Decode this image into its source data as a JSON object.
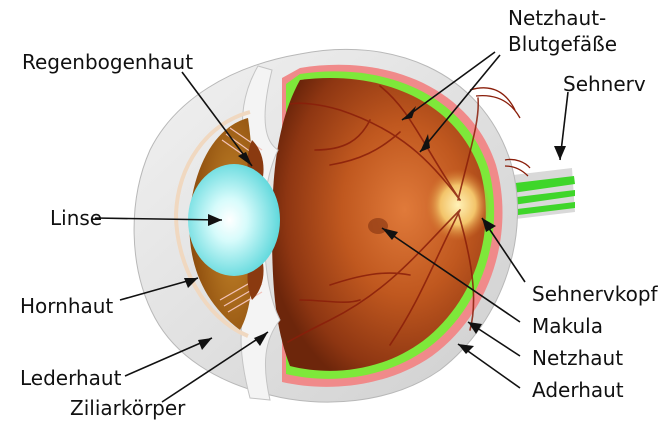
{
  "labels": {
    "netzhaut_blutgefaesse_line1": "Netzhaut-",
    "netzhaut_blutgefaesse_line2": "Blutgefäße",
    "sehnerv": "Sehnerv",
    "regenbogenhaut": "Regenbogenhaut",
    "linse": "Linse",
    "sehnervkopf": "Sehnervkopf",
    "hornhaut": "Hornhaut",
    "makula": "Makula",
    "lederhaut": "Lederhaut",
    "netzhaut": "Netzhaut",
    "ziliarkoerper": "Ziliarkörper",
    "aderhaut": "Aderhaut"
  },
  "colors": {
    "sclera": "#e6e6e6",
    "retina_interior": "#b5501e",
    "retina_layer": "#7ee83a",
    "choroid_layer": "#f08a8a",
    "lens": "#7fe8e8",
    "iris": "#8a3a10",
    "cornea_chamber": "#a86416",
    "optic_nerve_fibers": "#3fd62a",
    "optic_disc": "#f7d67a"
  }
}
